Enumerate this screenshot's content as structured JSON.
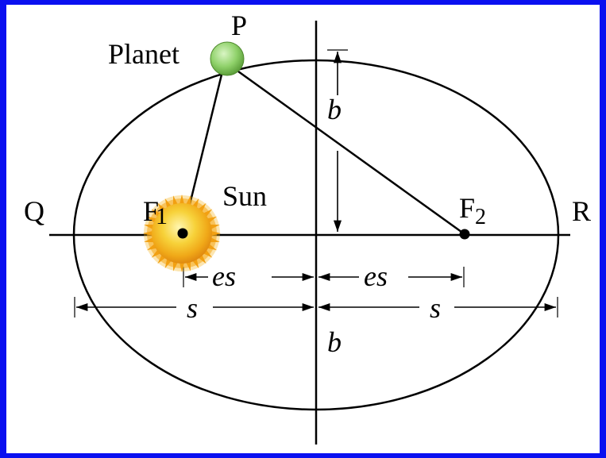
{
  "colors": {
    "border": "#0a10f0",
    "planet": "#8fd16a",
    "sun": "#f5c21a",
    "ink": "#000000"
  },
  "labels": {
    "planet_point": "P",
    "planet_name": "Planet",
    "sun_name": "Sun",
    "focus1_main": "F",
    "focus1_sub": "1",
    "focus2_main": "F",
    "focus2_sub": "2",
    "left_vertex": "Q",
    "right_vertex": "R",
    "minor_upper": "b",
    "minor_lower": "b",
    "es_left": "es",
    "es_right": "es",
    "s_left": "s",
    "s_right": "s"
  }
}
